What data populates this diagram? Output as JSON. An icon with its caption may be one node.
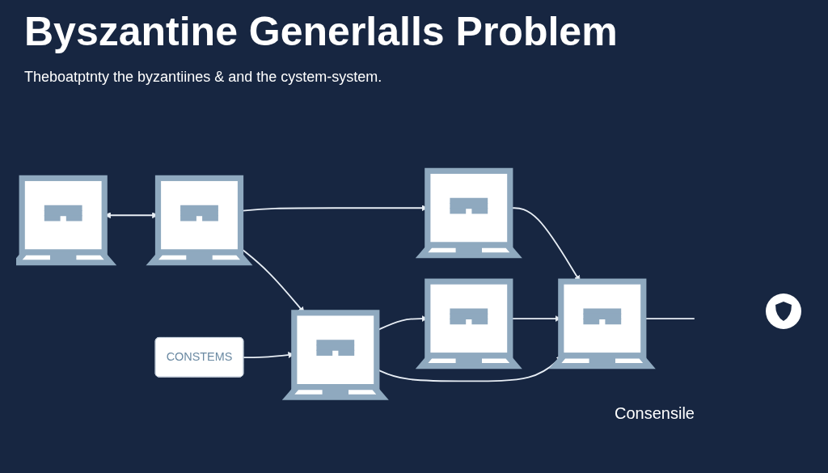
{
  "diagram": {
    "title": "Byszantine Generlalls Problem",
    "nodes": [
      {
        "text": [],
        "shape": "picture"
      },
      {
        "text": [],
        "shape": "picture"
      },
      {
        "text": [],
        "shape": "picture"
      },
      {
        "text": [],
        "shape": "picture"
      },
      {
        "text": [],
        "shape": "picture"
      },
      {
        "text": [],
        "shape": "picture"
      },
      {
        "text": [
          "CONSTEMS"
        ]
      }
    ],
    "edges": [
      {
        "from": 0,
        "to": 2,
        "arrow": "both"
      },
      {
        "from": 2,
        "to": 1,
        "arrow": "to"
      },
      {
        "from": 1,
        "to": 5,
        "arrow": "to"
      },
      {
        "from": 2,
        "to": 3,
        "arrow": "to"
      },
      {
        "from": 3,
        "to": 4,
        "arrow": "to"
      },
      {
        "from": 4,
        "to": 5,
        "arrow": "to"
      },
      {
        "from": 3,
        "to": 5,
        "arrow": "to"
      },
      {
        "from": 6,
        "to": 3,
        "arrow": "to"
      },
      {
        "from": 5,
        "to": null,
        "arrow": "none"
      }
    ],
    "labels": [
      "Theboatptnty the byzantiines & and the cystem-system.",
      "Consensile"
    ]
  }
}
